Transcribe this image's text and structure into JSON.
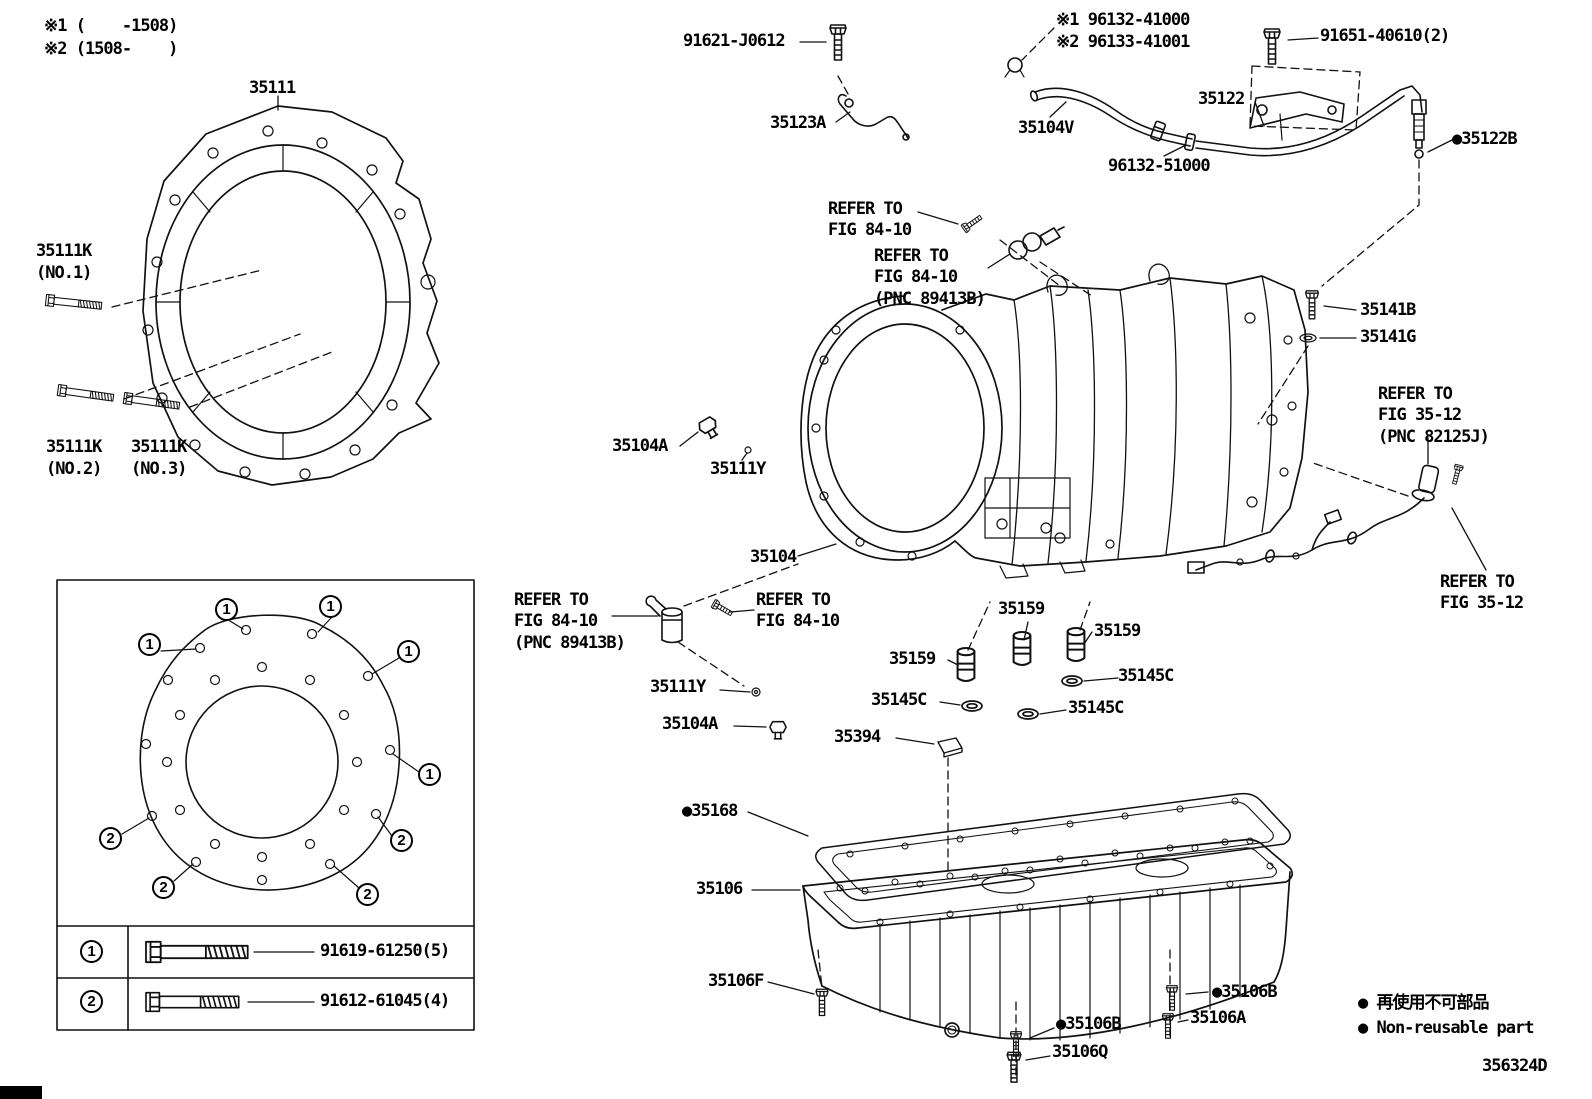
{
  "diagram": {
    "code": "356324D",
    "notes": {
      "n1": "※1 (    -1508)",
      "n2": "※2 (1508-    )"
    },
    "legend": {
      "jp": "● 再使用不可部品",
      "en": "● Non-reusable part"
    },
    "markers": {
      "one": "1",
      "two": "2"
    },
    "bolt_table": {
      "row1": "91619-61250(5)",
      "row2": "91612-61045(4)"
    },
    "labels": {
      "p35111": "35111",
      "p35111K": "35111K",
      "no1": "(NO.1)",
      "no2": "(NO.2)",
      "no3": "(NO.3)",
      "p91621": "91621-J0612",
      "p96132_41000": "※1 96132-41000",
      "p96133_41001": "※2 96133-41001",
      "p91651": "91651-40610(2)",
      "p35123A": "35123A",
      "p35104V": "35104V",
      "p35122": "35122",
      "p96132_51000": "96132-51000",
      "p35122B": "●35122B",
      "p35141B": "35141B",
      "p35141G": "35141G",
      "p35104A": "35104A",
      "p35111Y": "35111Y",
      "p35104": "35104",
      "p35159": "35159",
      "p35145C": "35145C",
      "p35394": "35394",
      "p35168": "●35168",
      "p35106": "35106",
      "p35106F": "35106F",
      "p35106B": "●35106B",
      "p35106A": "35106A",
      "p35106Q": "35106Q",
      "refer_fig8410": "REFER TO\nFIG 84-10",
      "refer_fig8410_pnc": "REFER TO\nFIG 84-10\n(PNC 89413B)",
      "refer_fig3512_pnc": "REFER TO\nFIG 35-12\n(PNC 82125J)",
      "refer_fig3512": "REFER TO\nFIG 35-12"
    }
  }
}
